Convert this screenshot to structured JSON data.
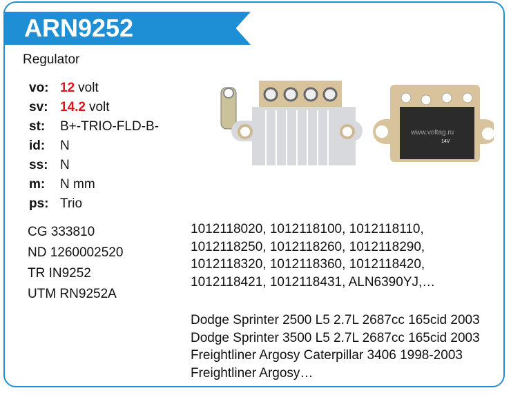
{
  "header": {
    "title": "ARN9252",
    "type": "Regulator"
  },
  "specs": [
    {
      "key": "vo:",
      "value": "12",
      "unit": "volt"
    },
    {
      "key": "sv:",
      "value": "14.2",
      "unit": "volt"
    },
    {
      "key": "st:",
      "value": "B+-TRIO-FLD-B-"
    },
    {
      "key": "id:",
      "value": "N"
    },
    {
      "key": "ss:",
      "value": "N"
    },
    {
      "key": "m:",
      "value": "N mm"
    },
    {
      "key": "ps:",
      "value": "Trio"
    }
  ],
  "cross_refs": [
    "CG 333810",
    "ND 1260002520",
    "TR IN9252",
    "UTM RN9252A"
  ],
  "oem_numbers": "1012118020, 1012118100, 1012118110, 1012118250, 1012118260, 1012118290, 1012118320, 1012118360, 1012118420, 1012118421, 1012118431, ALN6390YJ,…",
  "applications": "Dodge Sprinter 2500 L5 2.7L 2687cc 165cid 2003 Dodge Sprinter 3500 L5 2.7L 2687cc 165cid 2003 Freightliner Argosy Caterpillar 3406 1998-2003 Freightliner Argosy…",
  "image": {
    "watermark": "www.voltag.ru",
    "label": "14V"
  },
  "colors": {
    "accent": "#1e8fd5",
    "highlight": "#e0141e"
  }
}
